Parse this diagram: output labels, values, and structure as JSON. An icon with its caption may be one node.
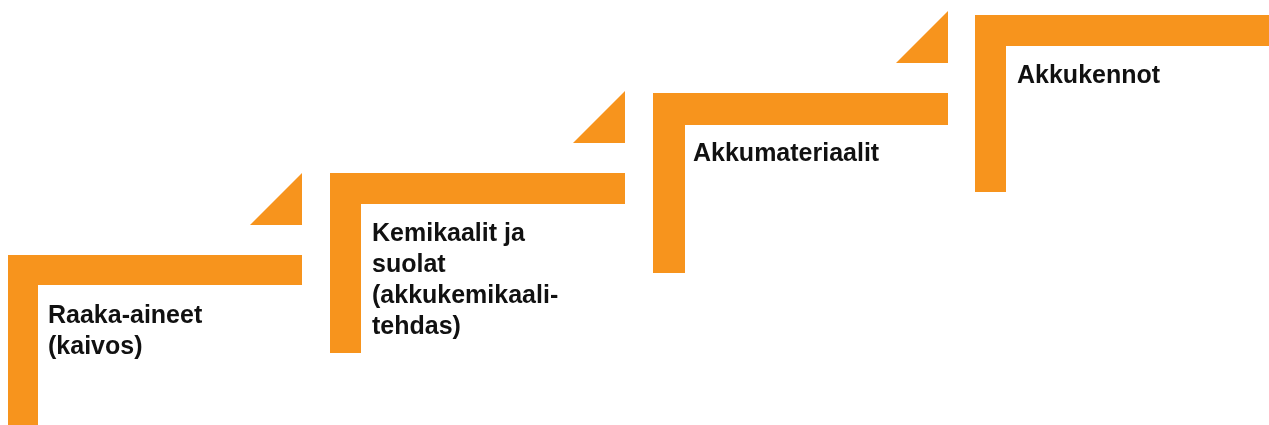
{
  "diagram": {
    "nodes": [
      {
        "text": [
          "Raaka-aineet (kaivos)"
        ]
      },
      {
        "text": [
          "Kemikaalit ja suolat (akkukemikaali-tehdas)"
        ]
      },
      {
        "text": [
          "Akkumateriaalit"
        ]
      },
      {
        "text": [
          "Akkukennot"
        ]
      }
    ]
  }
}
